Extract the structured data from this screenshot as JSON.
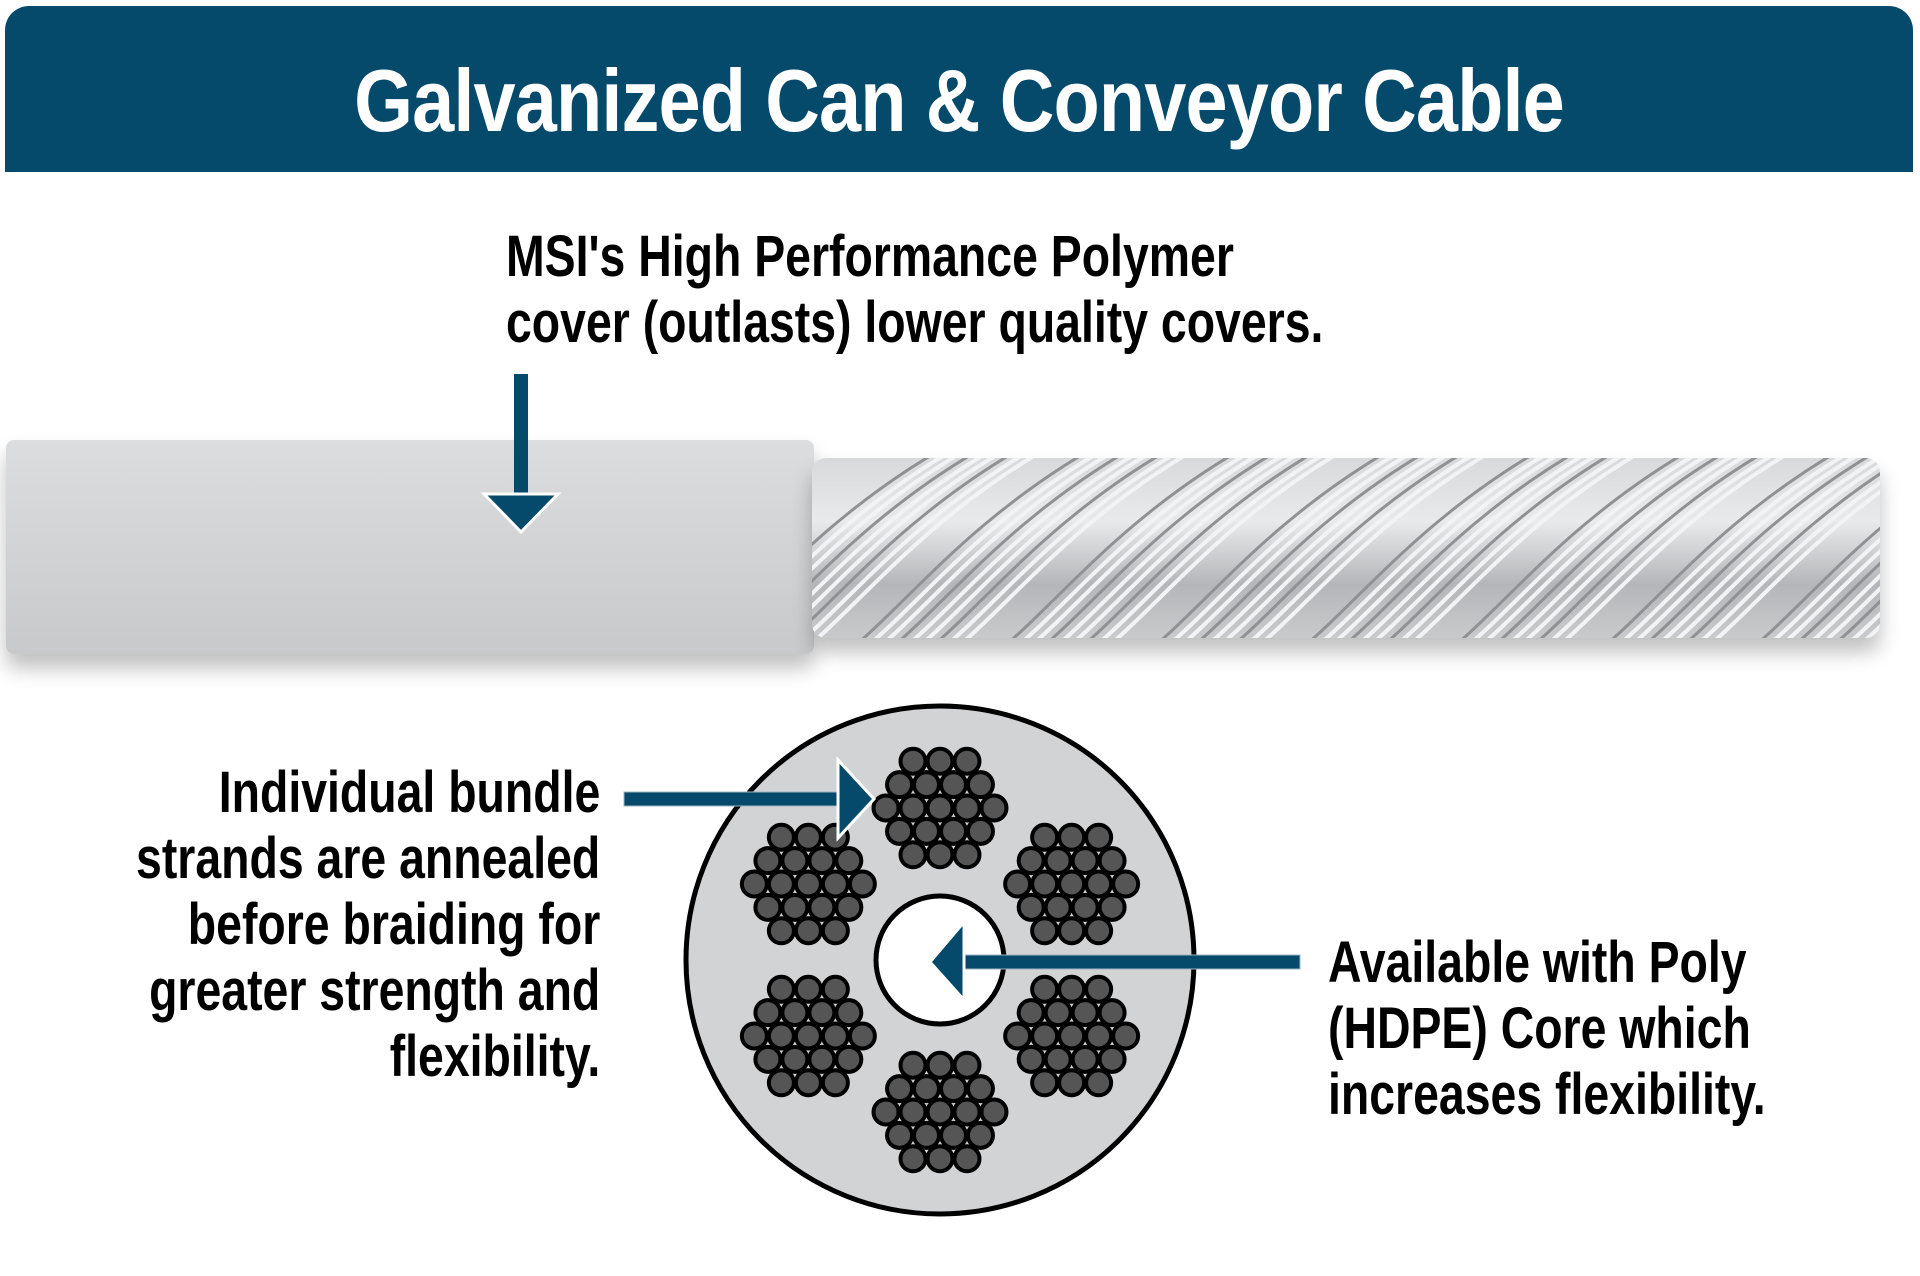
{
  "header": {
    "title": "Galvanized Can & Conveyor Cable"
  },
  "callouts": {
    "cover": {
      "lines": [
        "MSI's High Performance Polymer",
        "cover (outlasts) lower quality covers."
      ]
    },
    "strands": {
      "lines": [
        "Individual bundle",
        "strands are annealed",
        "before braiding for",
        "greater strength and",
        "flexibility."
      ]
    },
    "core": {
      "lines": [
        "Available with Poly",
        "(HDPE) Core which",
        "increases flexibility."
      ]
    }
  },
  "colors": {
    "brand_blue": "#054a6b",
    "cover_gray": "#d4d5d7",
    "strand_dark": "#555555",
    "wire_silver": "#bfc1c4"
  },
  "diagram": {
    "bundle_count": 6,
    "core_label_icon": "arrow-left-icon",
    "cover_label_icon": "arrow-down-icon",
    "strand_label_icon": "arrow-right-icon"
  }
}
